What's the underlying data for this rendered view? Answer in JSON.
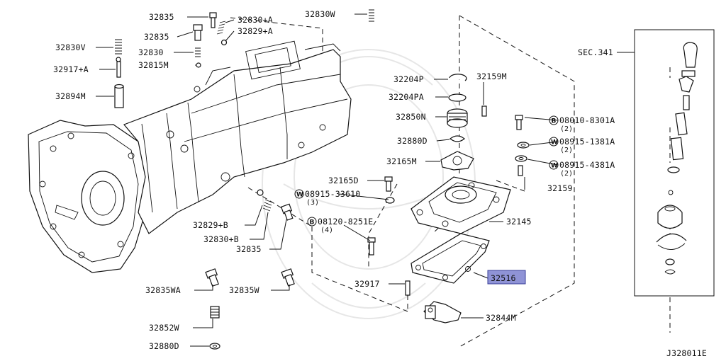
{
  "diagram": {
    "part_labels": {
      "p32835_top": "32835",
      "p32830a": "32830+A",
      "p32830w_top": "32830W",
      "p32829a": "32829+A",
      "p32835_2": "32835",
      "p32830v": "32830V",
      "p32830": "32830",
      "p32917a": "32917+A",
      "p32815m": "32815M",
      "p32894m": "32894M",
      "p32204p": "32204P",
      "p32159m": "32159M",
      "p32204pa": "32204PA",
      "p32850n": "32850N",
      "p32880d_mid": "32880D",
      "p32165m": "32165M",
      "p32165d": "32165D",
      "p32159": "32159",
      "p32145": "32145",
      "p32516": "32516",
      "p32917": "32917",
      "p32844m": "32844M",
      "p32829b": "32829+B",
      "p32830b": "32830+B",
      "p32835_bot": "32835",
      "p32835wa": "32835WA",
      "p32835w": "32835W",
      "p32852w": "32852W",
      "p32880d_bot": "32880D",
      "sec": "SEC.341"
    },
    "bolt_callouts": {
      "b1_mark": "B",
      "b1_code": "08010-8301A",
      "b1_qty": "(2)",
      "w1_mark": "W",
      "w1_code": "08915-1381A",
      "w1_qty": "(2)",
      "w2_mark": "W",
      "w2_code": "08915-4381A",
      "w2_qty": "(2)",
      "w3_mark": "W",
      "w3_code": "08915-33610",
      "w3_qty": "(3)",
      "b2_mark": "B",
      "b2_code": "08120-8251E",
      "b2_qty": "(4)"
    },
    "diagram_id": "J328011E",
    "highlight_color": "#8f93d6"
  }
}
